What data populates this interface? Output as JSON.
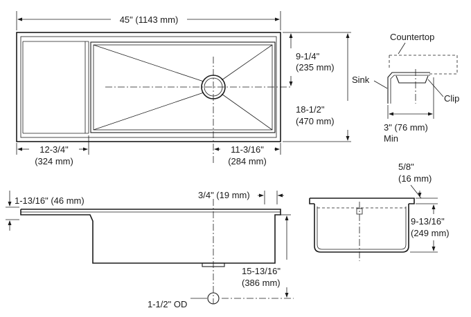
{
  "top_view": {
    "overall_width": "45\" (1143 mm)",
    "drain_offset_top": "9-1/4\"",
    "drain_offset_top_mm": "(235 mm)",
    "overall_depth": "18-1/2\"",
    "overall_depth_mm": "(470 mm)",
    "ledge_width": "12-3/4\"",
    "ledge_width_mm": "(324 mm)",
    "drain_offset_right": "11-3/16\"",
    "drain_offset_right_mm": "(284 mm)"
  },
  "detail": {
    "countertop_label": "Countertop",
    "sink_label": "Sink",
    "clip_label": "Clip",
    "min_clearance": "3\" (76 mm)",
    "min_label": "Min"
  },
  "side_view": {
    "ledge_height": "1-13/16\" (46 mm)",
    "rim_offset": "3/4\" (19 mm)",
    "bowl_depth": "15-13/16\"",
    "bowl_depth_mm": "(386 mm)",
    "drain_od": "1-1/2\" OD"
  },
  "end_view": {
    "rim_thickness": "5/8\"",
    "rim_thickness_mm": "(16 mm)",
    "bowl_height": "9-13/16\"",
    "bowl_height_mm": "(249 mm)"
  }
}
